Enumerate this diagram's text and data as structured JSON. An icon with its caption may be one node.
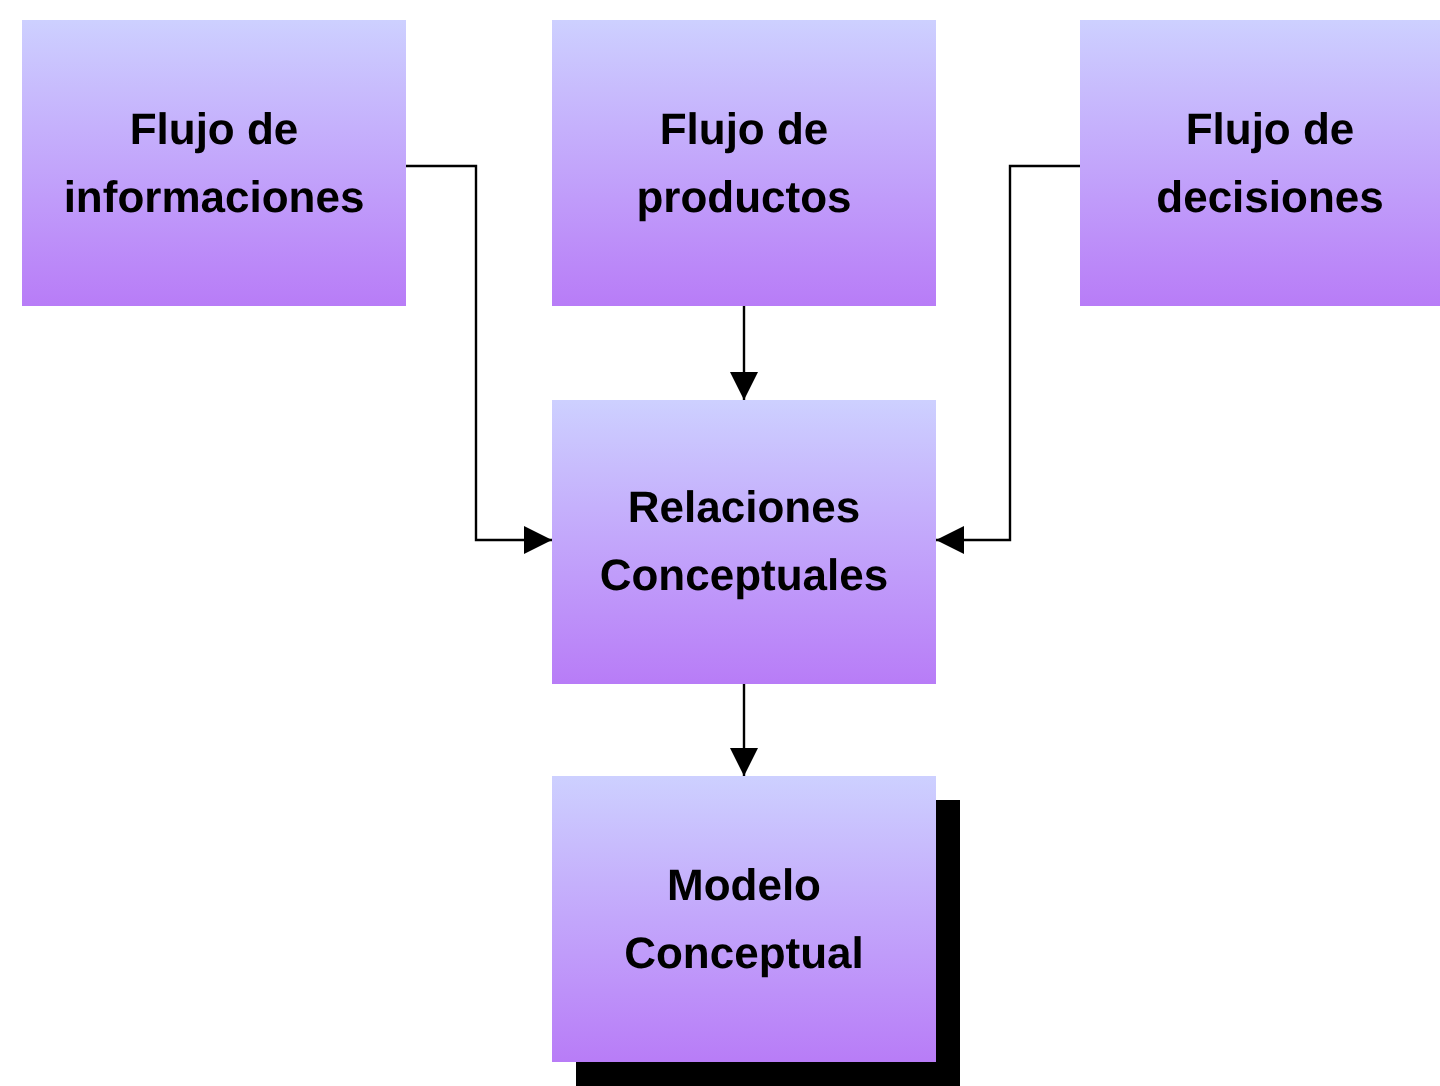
{
  "diagram": {
    "nodes": [
      {
        "text": [
          "Flujo de informaciones"
        ]
      },
      {
        "text": [
          "Flujo de productos"
        ]
      },
      {
        "text": [
          "Flujo de decisiones"
        ]
      },
      {
        "text": [
          "Relaciones Conceptuales"
        ]
      },
      {
        "text": [
          "Modelo Conceptual"
        ]
      }
    ],
    "edges": [
      {
        "from": 0,
        "to": 3,
        "arrow": "to"
      },
      {
        "from": 1,
        "to": 3,
        "arrow": "to"
      },
      {
        "from": 2,
        "to": 3,
        "arrow": "to"
      },
      {
        "from": 3,
        "to": 4,
        "arrow": "to"
      }
    ]
  }
}
